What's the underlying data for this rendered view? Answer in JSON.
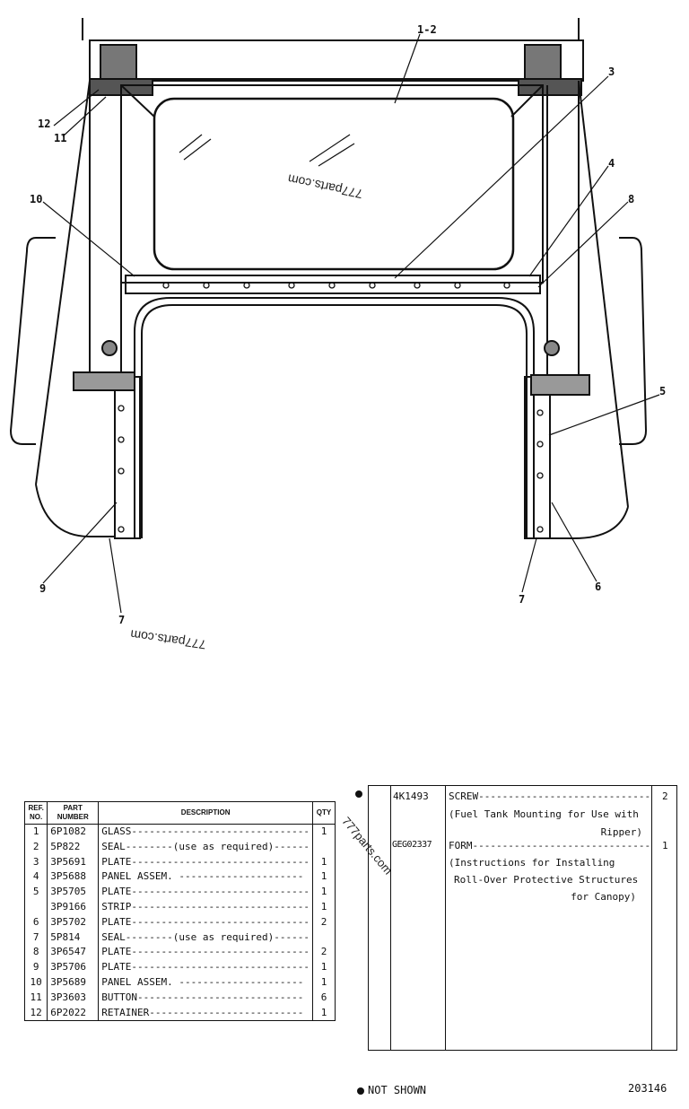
{
  "diagram": {
    "callouts": [
      "1-2",
      "3",
      "4",
      "8",
      "10",
      "12",
      "11",
      "5",
      "9",
      "7",
      "7",
      "6"
    ],
    "watermark": "777parts.com"
  },
  "parts_table": {
    "headers": {
      "ref": "REF. NO.",
      "part": "PART NUMBER",
      "desc": "DESCRIPTION",
      "qty": "QTY"
    },
    "rows": [
      {
        "ref": "1",
        "pn": "6P1082",
        "desc": "GLASS------------------------------",
        "qty": "1"
      },
      {
        "ref": "2",
        "pn": "5P822",
        "desc": "SEAL--------(use as required)------",
        "qty": ""
      },
      {
        "ref": "3",
        "pn": "3P5691",
        "desc": "PLATE------------------------------",
        "qty": "1"
      },
      {
        "ref": "4",
        "pn": "3P5688",
        "desc": "PANEL ASSEM. ---------------------",
        "qty": "1"
      },
      {
        "ref": "5",
        "pn": "3P5705",
        "desc": "PLATE------------------------------",
        "qty": "1"
      },
      {
        "ref": "",
        "pn": "3P9166",
        "desc": "STRIP------------------------------",
        "qty": "1"
      },
      {
        "ref": "6",
        "pn": "3P5702",
        "desc": "PLATE------------------------------",
        "qty": "2"
      },
      {
        "ref": "7",
        "pn": "5P814",
        "desc": "SEAL--------(use as required)------",
        "qty": ""
      },
      {
        "ref": "8",
        "pn": "3P6547",
        "desc": "PLATE------------------------------",
        "qty": "2"
      },
      {
        "ref": "9",
        "pn": "3P5706",
        "desc": "PLATE------------------------------",
        "qty": "1"
      },
      {
        "ref": "10",
        "pn": "3P5689",
        "desc": "PANEL ASSEM. ---------------------",
        "qty": "1"
      },
      {
        "ref": "11",
        "pn": "3P3603",
        "desc": "BUTTON----------------------------",
        "qty": "6"
      },
      {
        "ref": "12",
        "pn": "6P2022",
        "desc": "RETAINER--------------------------",
        "qty": "1"
      }
    ]
  },
  "extra_parts": [
    {
      "pn": "4K1493",
      "lines": [
        "SCREW-----------------------------",
        "(Fuel Tank Mounting for Use with",
        "Ripper)"
      ],
      "qty": "2"
    },
    {
      "pn": "GEG02337",
      "lines": [
        "FORM------------------------------",
        "(Instructions for Installing",
        "Roll-Over Protective Structures",
        "for Canopy)"
      ],
      "qty": "1"
    }
  ],
  "footer": {
    "legend": "NOT SHOWN",
    "figure_number": "203146"
  }
}
